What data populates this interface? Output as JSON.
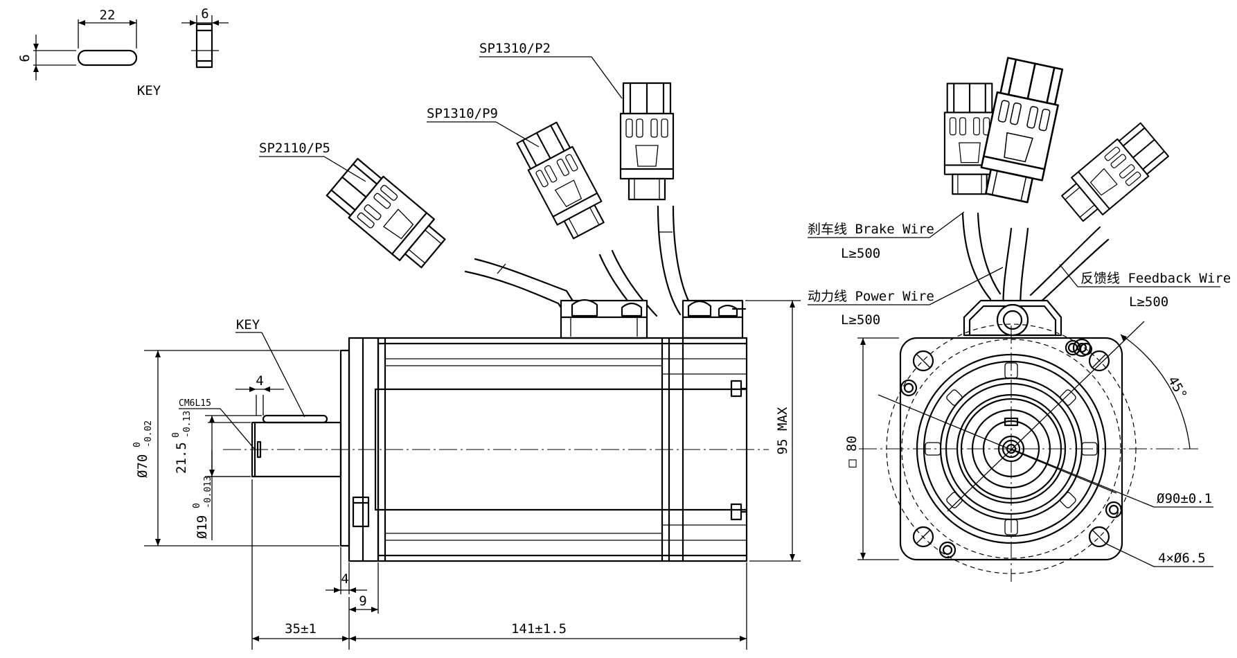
{
  "key_detail": {
    "length": "22",
    "height": "6",
    "thickness": "6",
    "caption": "KEY"
  },
  "connectors": {
    "feedback": "SP2110/P5",
    "brake": "SP1310/P9",
    "power": "SP1310/P2"
  },
  "side_view": {
    "key_label": "KEY",
    "key_width": "4",
    "thread": "CM6L15",
    "pilot_dia": "Ø70",
    "pilot_tol_upper": "0",
    "pilot_tol_lower": "-0.02",
    "key_height": "21.5",
    "key_tol_upper": "0",
    "key_tol_lower": "-0.13",
    "shaft_dia": "Ø19",
    "shaft_tol_upper": "0",
    "shaft_tol_lower": "-0.013",
    "flange_thickness": "4",
    "flange_offset": "9",
    "shaft_length": "35±1",
    "body_length": "141±1.5",
    "overall_height": "95 MAX"
  },
  "end_view": {
    "brake_wire_label": "刹车线 Brake Wire",
    "brake_wire_len": "L≥500",
    "power_wire_label": "动力线 Power Wire",
    "power_wire_len": "L≥500",
    "feedback_wire_label": "反馈线 Feedback Wire",
    "feedback_wire_len": "L≥500",
    "flange_square": "□ 80",
    "bolt_circle": "Ø90±0.1",
    "mount_holes": "4×Ø6.5",
    "angle": "45°"
  }
}
